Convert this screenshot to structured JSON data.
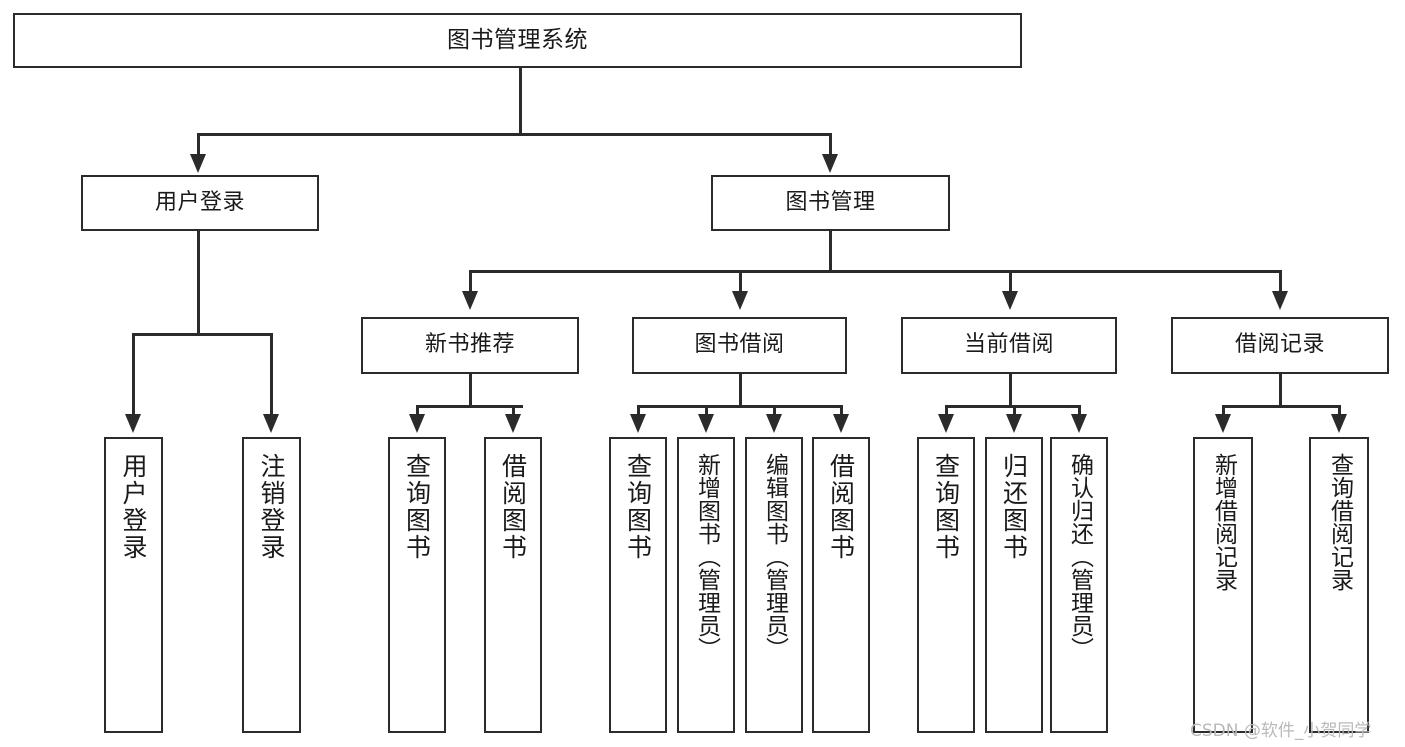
{
  "diagram": {
    "title": "图书管理系统",
    "type": "tree-hierarchy-chart",
    "root": {
      "id": "root",
      "label": "图书管理系统"
    },
    "level2": [
      {
        "id": "user-login",
        "label": "用户登录"
      },
      {
        "id": "book-management",
        "label": "图书管理"
      }
    ],
    "level3": [
      {
        "id": "new-book-recommend",
        "label": "新书推荐"
      },
      {
        "id": "book-borrow",
        "label": "图书借阅"
      },
      {
        "id": "current-borrow",
        "label": "当前借阅"
      },
      {
        "id": "borrow-record",
        "label": "借阅记录"
      }
    ],
    "leaves": {
      "user_login": [
        {
          "id": "leaf-user-login",
          "label": "用户登录"
        },
        {
          "id": "leaf-user-logout",
          "label": "注销登录"
        }
      ],
      "new_book_recommend": [
        {
          "id": "leaf-query-book-1",
          "label": "查询图书"
        },
        {
          "id": "leaf-borrow-book-1",
          "label": "借阅图书"
        }
      ],
      "book_borrow": [
        {
          "id": "leaf-query-book-2",
          "label": "查询图书"
        },
        {
          "id": "leaf-add-book",
          "label": "新增图书（管理员）"
        },
        {
          "id": "leaf-edit-book",
          "label": "编辑图书（管理员）"
        },
        {
          "id": "leaf-borrow-book-2",
          "label": "借阅图书"
        }
      ],
      "current_borrow": [
        {
          "id": "leaf-query-book-3",
          "label": "查询图书"
        },
        {
          "id": "leaf-return-book",
          "label": "归还图书"
        },
        {
          "id": "leaf-confirm-return",
          "label": "确认归还（管理员）"
        }
      ],
      "borrow_record": [
        {
          "id": "leaf-add-record",
          "label": "新增借阅记录"
        },
        {
          "id": "leaf-query-record",
          "label": "查询借阅记录"
        }
      ]
    }
  },
  "watermark": {
    "text": "CSDN @软件_小贺同学"
  },
  "colors": {
    "stroke": "#2b2b2b",
    "background": "#ffffff",
    "text": "#1a1a1a",
    "watermark": "#b9b9b9"
  }
}
